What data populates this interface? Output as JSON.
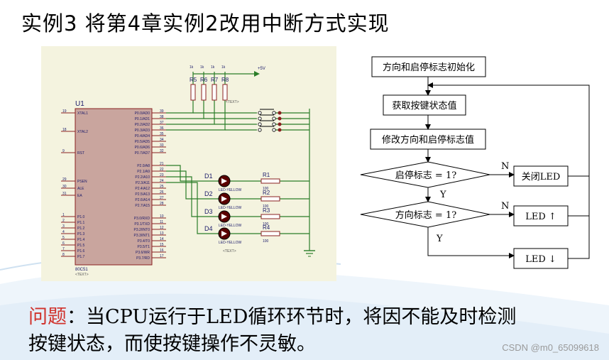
{
  "title": "实例3  将第4章实例2改用中断方式实现",
  "schematic": {
    "chip_name": "U1",
    "chip_part": "80C51",
    "chip_text": "<TEXT>",
    "left_pins": [
      {
        "num": "19",
        "name": "XTAL1"
      },
      {
        "num": "18",
        "name": "XTAL2"
      },
      {
        "num": "9",
        "name": "RST"
      },
      {
        "num": "29",
        "name": "PSEN"
      },
      {
        "num": "30",
        "name": "ALE"
      },
      {
        "num": "31",
        "name": "EA"
      },
      {
        "num": "1",
        "name": "P1.0"
      },
      {
        "num": "2",
        "name": "P1.1"
      },
      {
        "num": "3",
        "name": "P1.2"
      },
      {
        "num": "4",
        "name": "P1.3"
      },
      {
        "num": "5",
        "name": "P1.4"
      },
      {
        "num": "6",
        "name": "P1.5"
      },
      {
        "num": "7",
        "name": "P1.6"
      },
      {
        "num": "8",
        "name": "P1.7"
      }
    ],
    "right_pins_p0": [
      {
        "num": "39",
        "name": "P0.0/AD0"
      },
      {
        "num": "38",
        "name": "P0.1/AD1"
      },
      {
        "num": "37",
        "name": "P0.2/AD2"
      },
      {
        "num": "36",
        "name": "P0.3/AD3"
      },
      {
        "num": "35",
        "name": "P0.4/AD4"
      },
      {
        "num": "34",
        "name": "P0.5/AD5"
      },
      {
        "num": "33",
        "name": "P0.6/AD6"
      },
      {
        "num": "32",
        "name": "P0.7/AD7"
      }
    ],
    "right_pins_p2": [
      {
        "num": "21",
        "name": "P2.0/A8"
      },
      {
        "num": "22",
        "name": "P2.1/A9"
      },
      {
        "num": "23",
        "name": "P2.2/A10"
      },
      {
        "num": "24",
        "name": "P2.3/A11"
      },
      {
        "num": "25",
        "name": "P2.4/A12"
      },
      {
        "num": "26",
        "name": "P2.5/A13"
      },
      {
        "num": "27",
        "name": "P2.6/A14"
      },
      {
        "num": "28",
        "name": "P2.7/A15"
      }
    ],
    "right_pins_p3": [
      {
        "num": "10",
        "name": "P3.0/RXD"
      },
      {
        "num": "11",
        "name": "P3.1/TXD"
      },
      {
        "num": "12",
        "name": "P3.2/INT0"
      },
      {
        "num": "13",
        "name": "P3.3/INT1"
      },
      {
        "num": "14",
        "name": "P3.4/T0"
      },
      {
        "num": "15",
        "name": "P3.5/T1"
      },
      {
        "num": "16",
        "name": "P3.6/WR"
      },
      {
        "num": "17",
        "name": "P3.7/RD"
      }
    ],
    "pullups": [
      {
        "name": "R5",
        "value": "1k"
      },
      {
        "name": "R6",
        "value": "1k"
      },
      {
        "name": "R7",
        "value": "1k"
      },
      {
        "name": "R8",
        "value": "1k"
      }
    ],
    "power_label": "+5V",
    "pullup_text": "<TEXT>",
    "leds": [
      {
        "name": "D1",
        "part": "LED-YELLOW",
        "text": "<TEXT>"
      },
      {
        "name": "D2",
        "part": "LED-YELLOW",
        "text": "<TEXT>"
      },
      {
        "name": "D3",
        "part": "LED-YELLOW",
        "text": "<TEXT>"
      },
      {
        "name": "D4",
        "part": "LED-YELLOW",
        "text": "<TEXT>"
      }
    ],
    "series_resistors": [
      {
        "name": "R1",
        "value": "100"
      },
      {
        "name": "R2",
        "value": "100"
      },
      {
        "name": "R3",
        "value": "100"
      },
      {
        "name": "R4",
        "value": "100"
      }
    ],
    "colors": {
      "background": "#f4f3df",
      "wire": "#2a7d28",
      "chip_body": "#c9a59e",
      "chip_border": "#8a2020",
      "pin": "#8a2020",
      "text": "#1a1a6a",
      "led": "#5a0000"
    }
  },
  "flowchart": {
    "init": "方向和启停标志初始化",
    "read_keys": "获取按键状态值",
    "modify_flags": "修改方向和启停标志值",
    "decision_start_stop": "启停标志 = 1?",
    "decision_direction": "方向标志 = 1?",
    "close_led": "关闭LED",
    "led_up": "LED ↑",
    "led_down": "LED ↓",
    "yes_1": "Y",
    "no_1": "N",
    "yes_2": "Y",
    "no_2": "N"
  },
  "problem": {
    "label": "问题",
    "text_line1": "：当CPU运行于LED循环环节时，将因不能及时检测",
    "text_line2": "按键状态，而使按键操作不灵敏。"
  },
  "watermark": "CSDN @m0_65099618"
}
